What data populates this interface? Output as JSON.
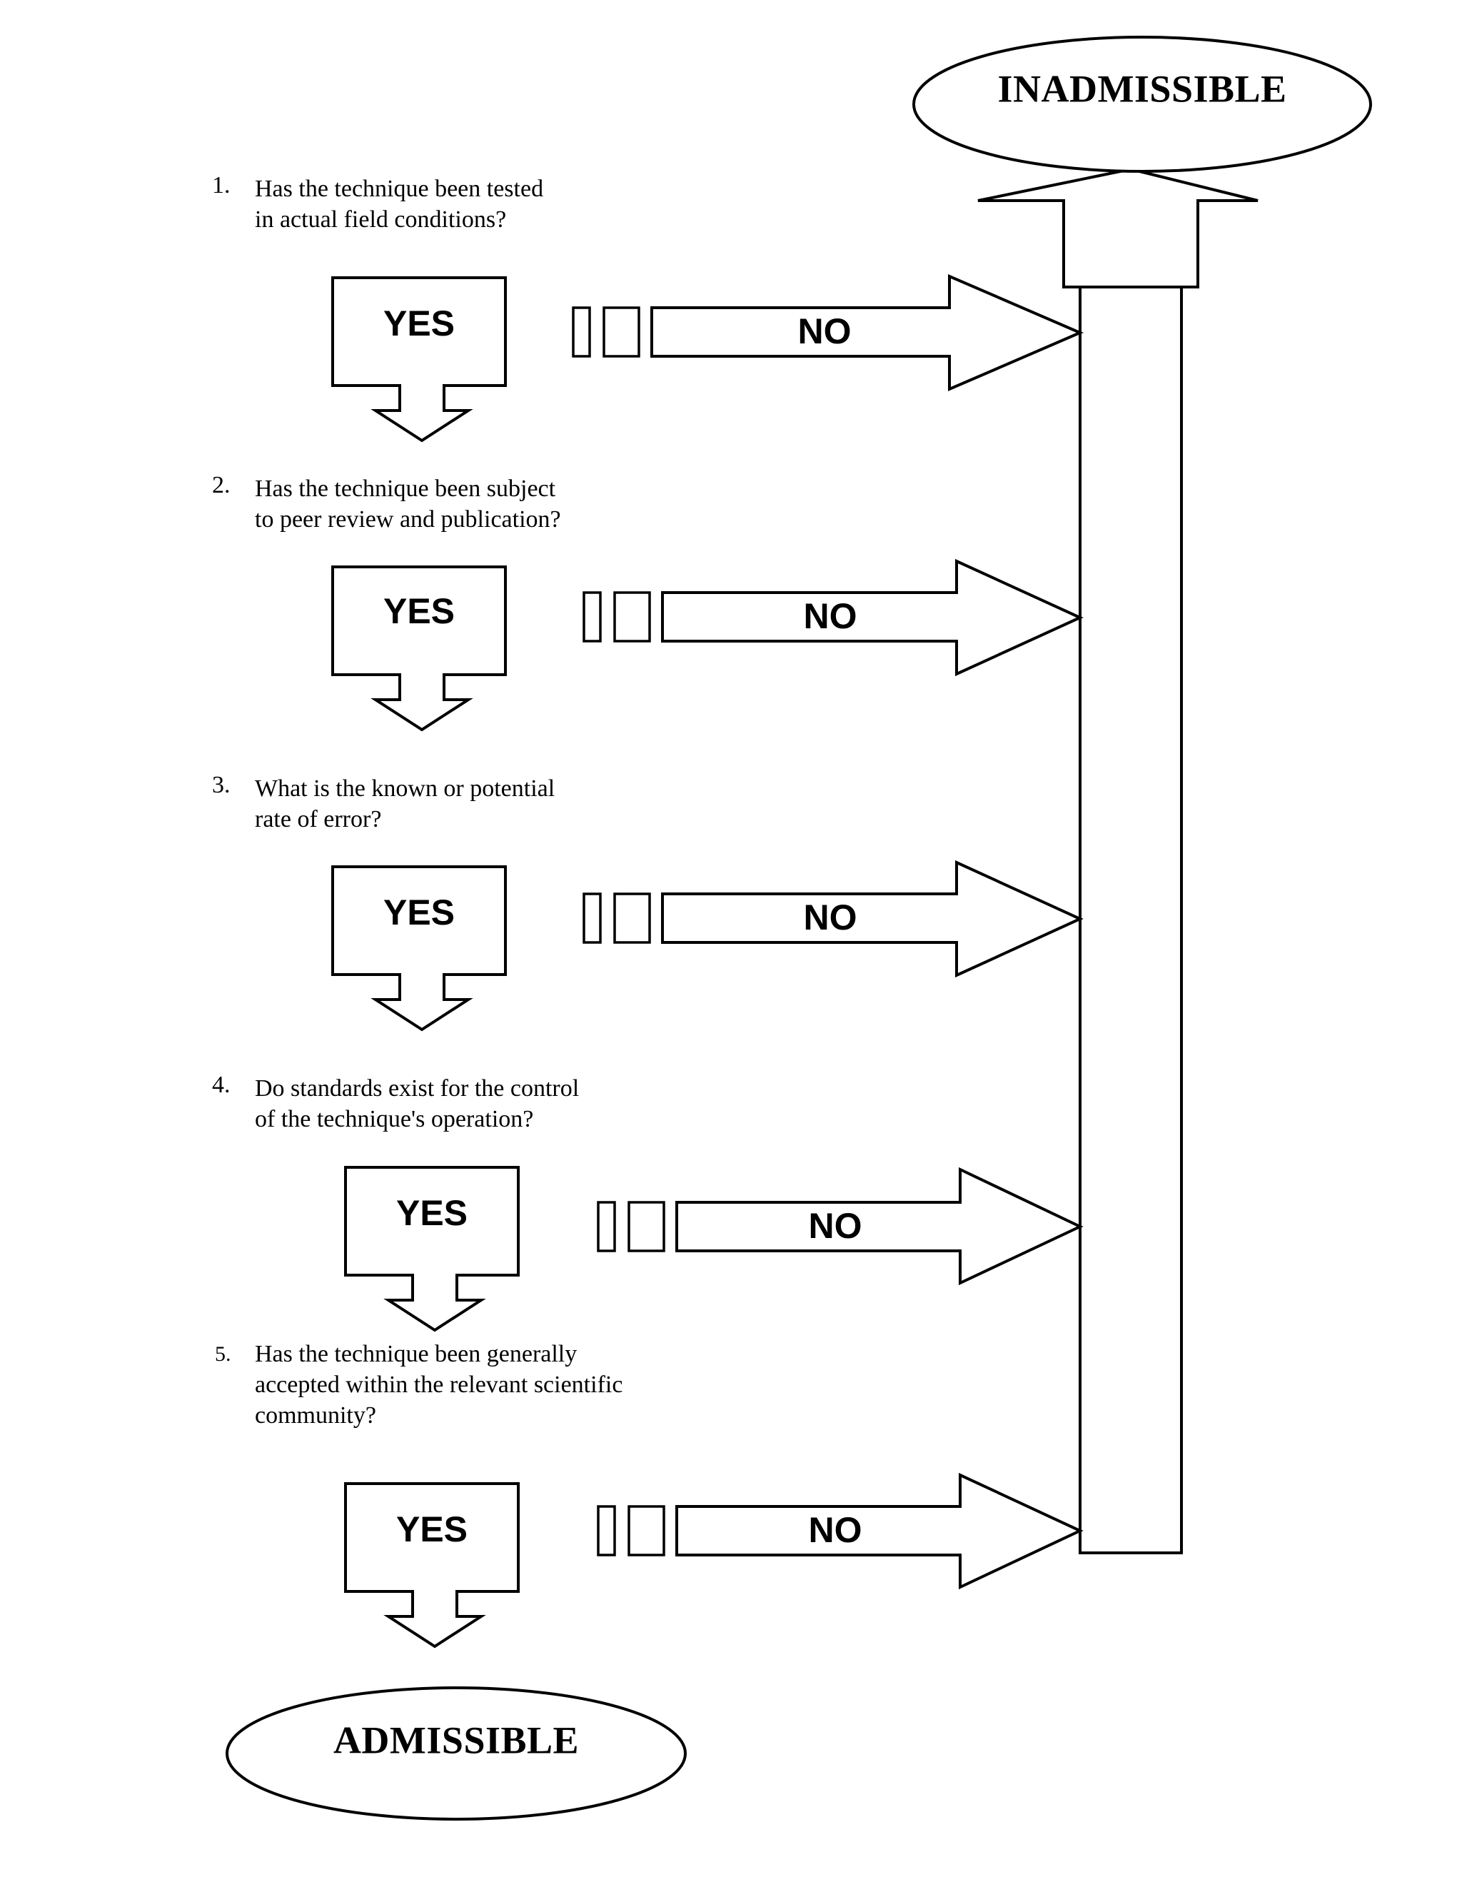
{
  "diagram": {
    "title_terminals": {
      "inadmissible": "INADMISSIBLE",
      "admissible": "ADMISSIBLE"
    },
    "labels": {
      "yes": "YES",
      "no": "NO"
    },
    "questions": [
      {
        "number": "1.",
        "text": "Has the technique been tested\nin actual field conditions?",
        "yes": "YES",
        "no": "NO"
      },
      {
        "number": "2.",
        "text": "Has the technique been subject\nto peer review and publication?",
        "yes": "YES",
        "no": "NO"
      },
      {
        "number": "3.",
        "text": "What is the known or potential\nrate of error?",
        "yes": "YES",
        "no": "NO"
      },
      {
        "number": "4.",
        "text": "Do standards exist for the control\nof the technique's operation?",
        "yes": "YES",
        "no": "NO"
      },
      {
        "number": "5.",
        "text": "Has the technique been generally\naccepted within the relevant scientific\ncommunity?",
        "yes": "YES",
        "no": "NO"
      }
    ],
    "colors": {
      "stroke": "#000000",
      "fill": "#ffffff",
      "text": "#000000"
    }
  }
}
